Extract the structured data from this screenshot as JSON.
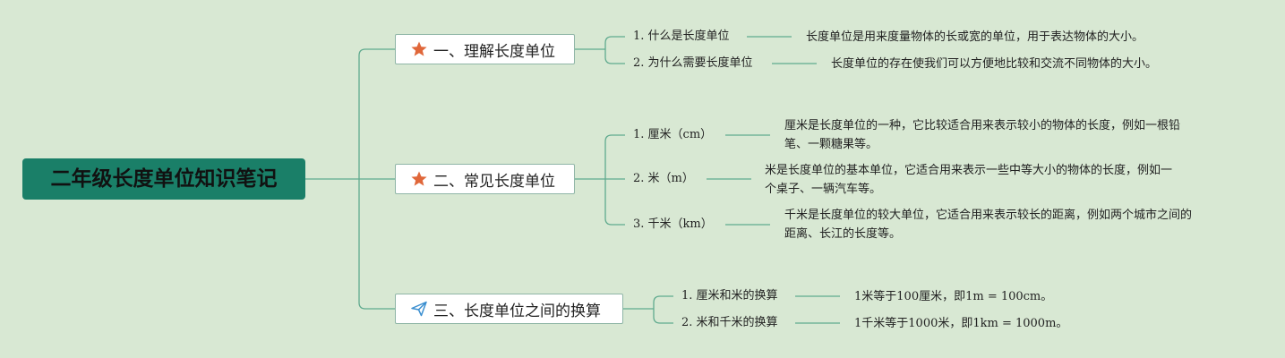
{
  "root": {
    "title": "二年级长度单位知识笔记"
  },
  "branches": [
    {
      "label": "一、理解长度单位",
      "icon": "star-icon",
      "items": [
        {
          "label": "1. 什么是长度单位",
          "desc": "长度单位是用来度量物体的长或宽的单位，用于表达物体的大小。"
        },
        {
          "label": "2. 为什么需要长度单位",
          "desc": "长度单位的存在使我们可以方便地比较和交流不同物体的大小。"
        }
      ]
    },
    {
      "label": "二、常见长度单位",
      "icon": "star-icon",
      "items": [
        {
          "label": "1. 厘米（cm）",
          "desc": "厘米是长度单位的一种，它比较适合用来表示较小的物体的长度，例如一根铅\n笔、一颗糖果等。"
        },
        {
          "label": "2. 米（m）",
          "desc": "米是长度单位的基本单位，它适合用来表示一些中等大小的物体的长度，例如一\n个桌子、一辆汽车等。"
        },
        {
          "label": "3. 千米（km）",
          "desc": "千米是长度单位的较大单位，它适合用来表示较长的距离，例如两个城市之间的\n距离、长江的长度等。"
        }
      ]
    },
    {
      "label": "三、长度单位之间的换算",
      "icon": "paper-plane-icon",
      "items": [
        {
          "label": "1. 厘米和米的换算",
          "desc": "1米等于100厘米，即1m = 100cm。"
        },
        {
          "label": "2. 米和千米的换算",
          "desc": "1千米等于1000米，即1km = 1000m。"
        }
      ]
    }
  ],
  "colors": {
    "background": "#d8e8d3",
    "root_fill": "#1a7f68",
    "connector": "#5faa8e",
    "star": "#e0673a",
    "plane": "#3b8fd0"
  }
}
